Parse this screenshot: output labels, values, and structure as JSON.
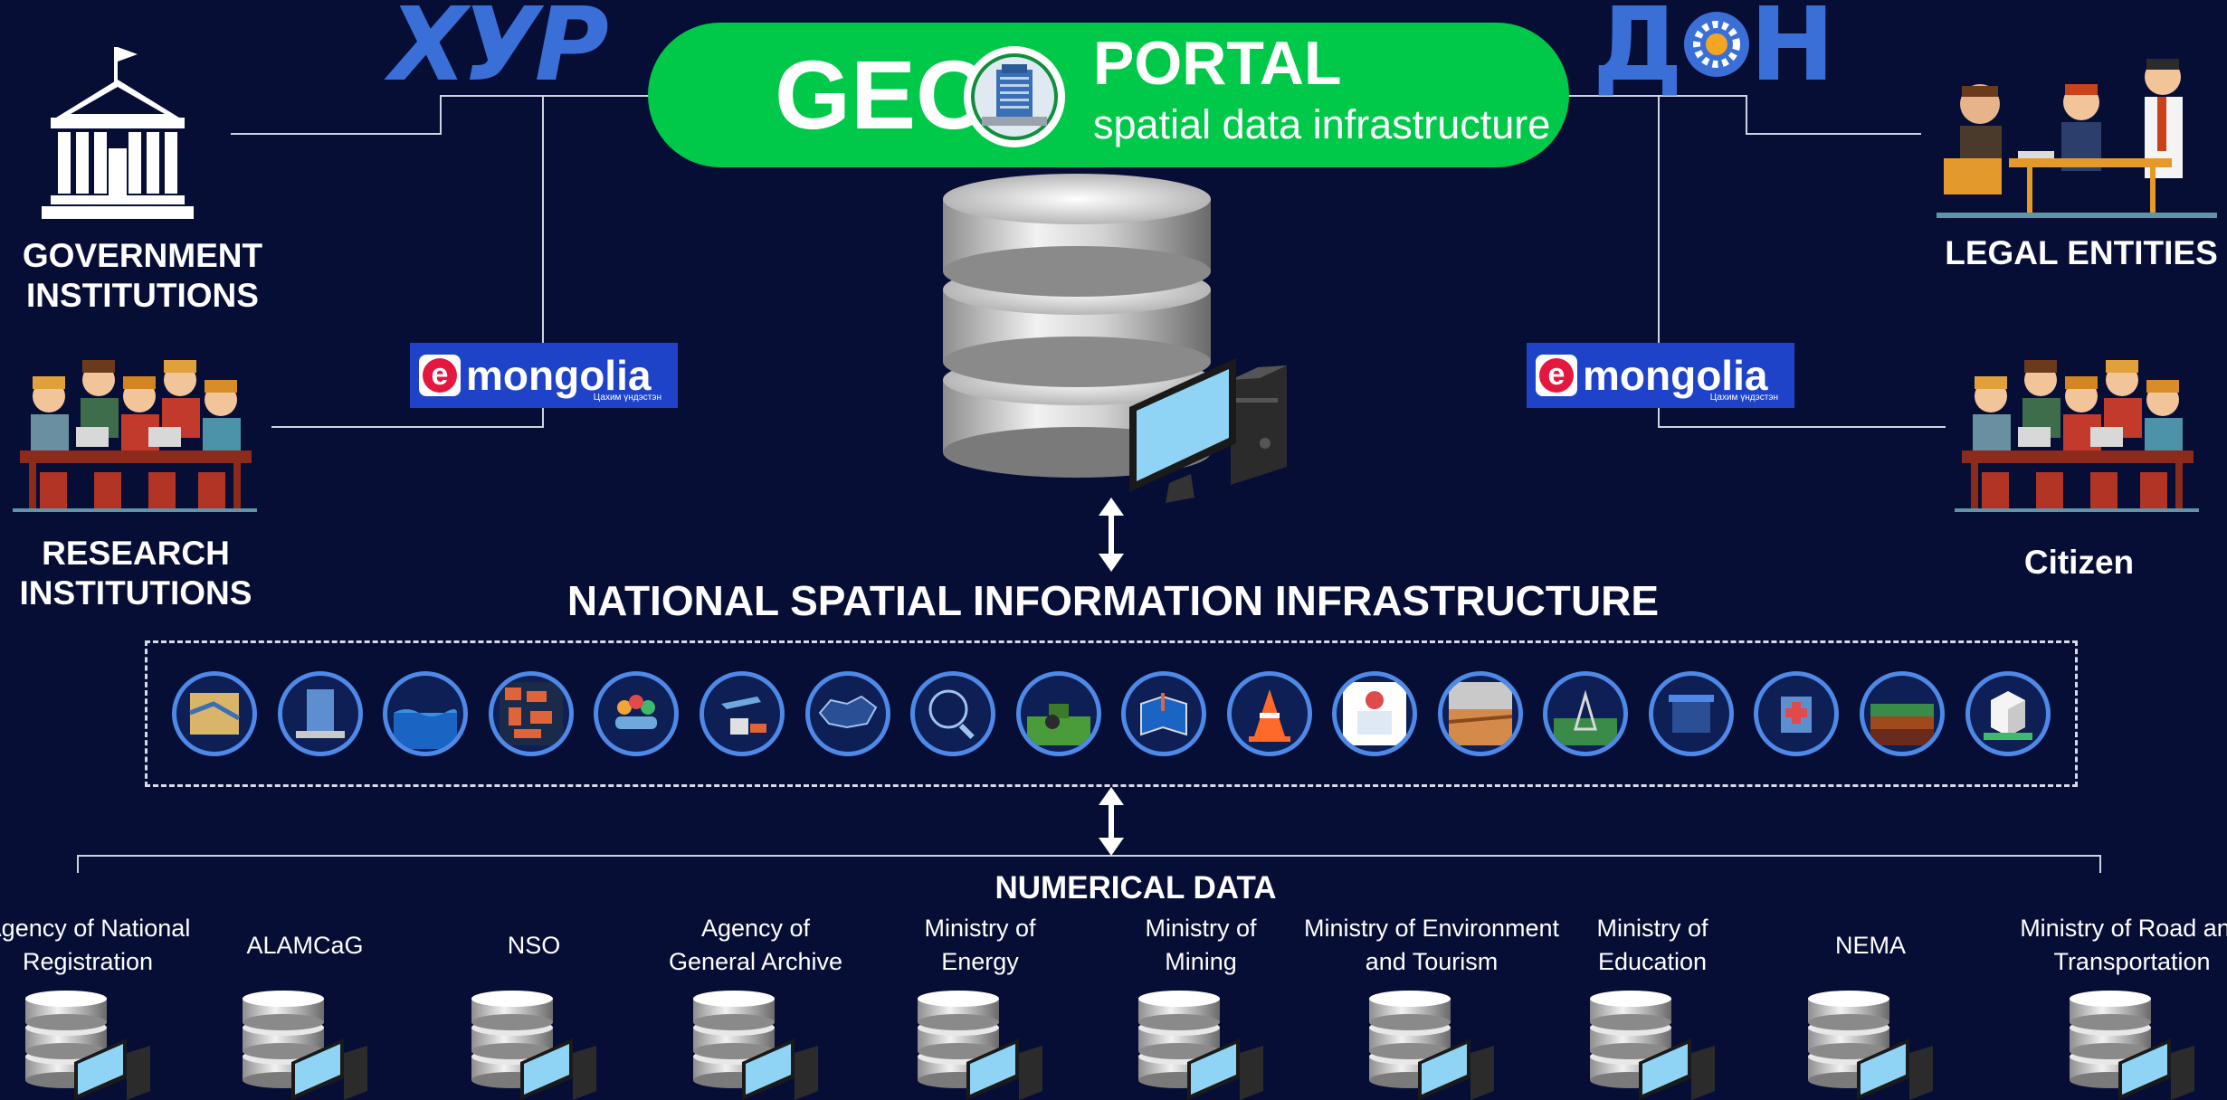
{
  "colors": {
    "background": "#060e36",
    "geo_pill": "#00c94a",
    "logo_blue": "#3b6fd8",
    "emongolia_bg": "#1f43c8",
    "emongolia_red": "#e4173f",
    "theme_ring": "#4e89e8",
    "connector": "#cfd3e0"
  },
  "logos": {
    "xyp": "ХУР",
    "dan_left": "Д",
    "dan_right": "Н"
  },
  "portal": {
    "geo": "GEO",
    "title": "PORTAL",
    "subtitle": "spatial data infrastructure"
  },
  "emongolia": {
    "e": "e",
    "name": "mongolia",
    "tagline": "Цахим үндэстэн"
  },
  "actors": {
    "government": [
      "GOVERNMENT",
      "INSTITUTIONS"
    ],
    "research": [
      "RESEARCH",
      "INSTITUTIONS"
    ],
    "legal": "LEGAL ENTITIES",
    "citizen": "Citizen"
  },
  "infrastructure_title": "NATIONAL SPATIAL INFORMATION INFRASTRUCTURE",
  "theme_icons": [
    "land-map-icon",
    "building-icon",
    "water-icon",
    "urban-blocks-icon",
    "population-icon",
    "transport-icon",
    "mongolia-map-icon",
    "globe-search-icon",
    "agriculture-icon",
    "boundary-map-icon",
    "road-cone-icon",
    "address-icon",
    "soil-icon",
    "geodetic-point-icon",
    "public-facility-icon",
    "hospital-icon",
    "geology-icon",
    "building-3d-icon"
  ],
  "numerical_title": "NUMERICAL DATA",
  "data_sources": [
    [
      "Agency of National",
      "Registration"
    ],
    [
      "ALAMCaG"
    ],
    [
      "NSO"
    ],
    [
      "Agency of",
      "General Archive"
    ],
    [
      "Ministry of",
      "Energy"
    ],
    [
      "Ministry of",
      "Mining"
    ],
    [
      "Ministry of Environment",
      "and Tourism"
    ],
    [
      "Ministry of",
      "Education"
    ],
    [
      "NEMA"
    ],
    [
      "Ministry of Road and",
      "Transportation"
    ]
  ]
}
